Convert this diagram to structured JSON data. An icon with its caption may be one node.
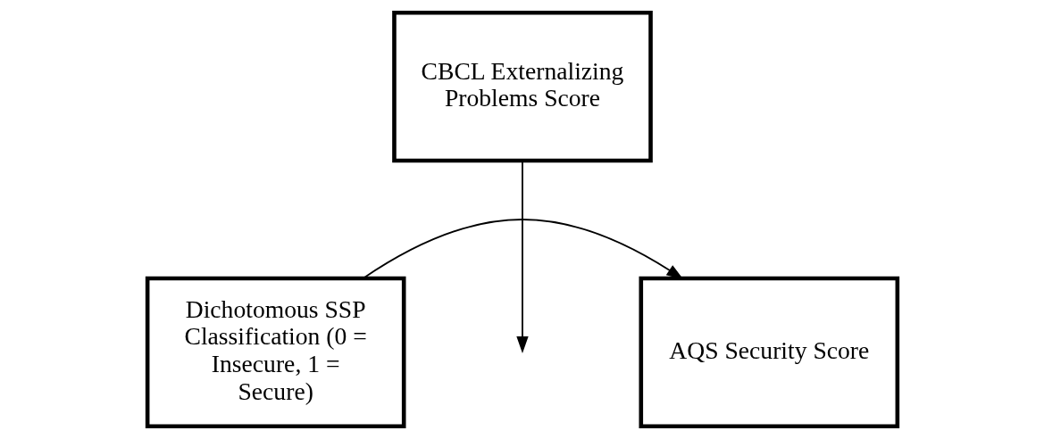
{
  "diagram": {
    "nodes": [
      {
        "text": [
          "CBCL Externalizing Problems Score"
        ]
      },
      {
        "text": [
          "Dichotomous SSP Classification (0 = Insecure, 1 = Secure)"
        ]
      },
      {
        "text": [
          "AQS Security Score"
        ]
      }
    ],
    "edges": [
      {
        "from": 1,
        "to": 2,
        "arrow": "to"
      },
      {
        "from": 0,
        "to": null,
        "arrow": "to"
      }
    ]
  }
}
